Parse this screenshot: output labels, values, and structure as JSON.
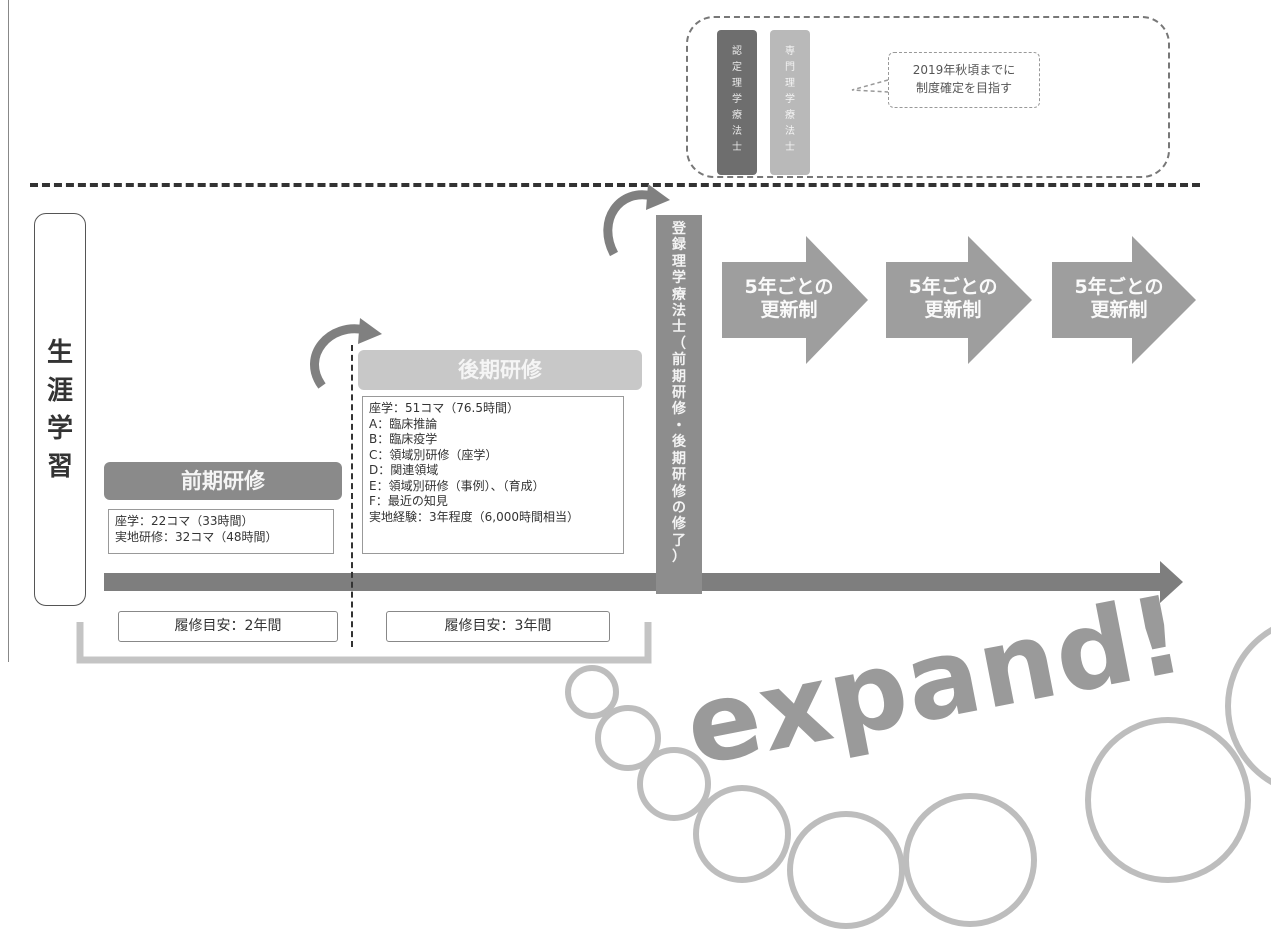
{
  "top_box": {
    "bar1_chars": [
      "認",
      "定",
      "理",
      "学",
      "療",
      "法",
      "士"
    ],
    "bar2_chars": [
      "専",
      "門",
      "理",
      "学",
      "療",
      "法",
      "士"
    ],
    "callout_line1": "2019年秋頃までに",
    "callout_line2": "制度確定を目指す"
  },
  "lifelong": {
    "chars": [
      "生",
      "涯",
      "学",
      "習"
    ]
  },
  "stage1": {
    "title": "前期研修",
    "line1": "座学：22コマ（33時間）",
    "line2": "実地研修：32コマ（48時間）",
    "duration": "履修目安：2年間"
  },
  "stage2": {
    "title": "後期研修",
    "lines": [
      "座学：51コマ（76.5時間）",
      "A：臨床推論",
      "B：臨床疫学",
      "C：領域別研修（座学）",
      "D：関連領域",
      "E：領域別研修（事例）、（育成）",
      "F：最近の知見",
      "実地経験：3年程度（6,000時間相当）"
    ],
    "duration": "履修目安：3年間"
  },
  "registered": {
    "chars": [
      "登",
      "録",
      "理",
      "学",
      "療",
      "法",
      "士",
      "（",
      "前",
      "期",
      "研",
      "修",
      "・",
      "後",
      "期",
      "研",
      "修",
      "の",
      "修",
      "了",
      "）"
    ]
  },
  "renewals": [
    {
      "line1": "5年ごとの",
      "line2": "更新制"
    },
    {
      "line1": "5年ごとの",
      "line2": "更新制"
    },
    {
      "line1": "5年ごとの",
      "line2": "更新制"
    }
  ],
  "logo": {
    "text": "expand!"
  },
  "colors": {
    "dark_gray": "#6e6e6e",
    "mid_gray": "#8d8d8d",
    "light_gray": "#c8c8c8",
    "renew_arrow": "#9e9e9e"
  }
}
